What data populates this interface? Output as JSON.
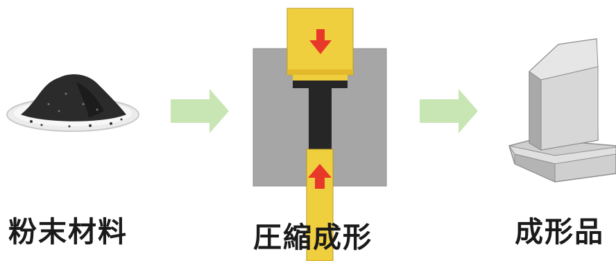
{
  "steps": [
    {
      "label": "粉末材料",
      "icon": "powder-pile"
    },
    {
      "label": "圧縮成形",
      "icon": "compression-die"
    },
    {
      "label": "成形品",
      "icon": "molded-part"
    }
  ],
  "colors": {
    "arrow": "#c8e6b4",
    "die": "#a6a6a6",
    "punch": "#f0cf3f",
    "powder": "#2b2b2b",
    "press_arrow": "#e8382a",
    "product": "#bdbdbd"
  }
}
